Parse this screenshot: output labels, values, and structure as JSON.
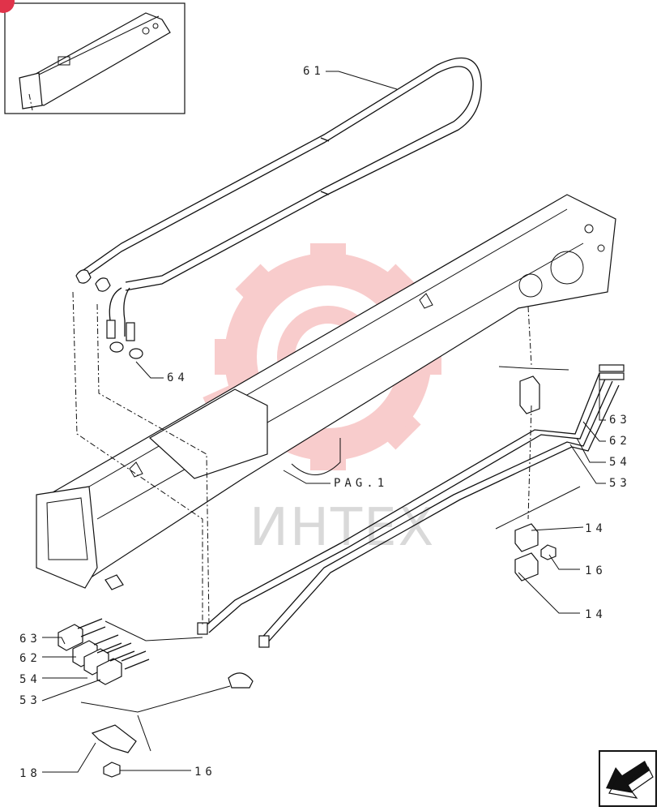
{
  "watermark": {
    "text": "ИНТЕХ",
    "gear_color": "#f4a3a3",
    "text_color": "#d9d9d9"
  },
  "callouts": [
    {
      "id": "c61",
      "label": "61"
    },
    {
      "id": "c64",
      "label": "64"
    },
    {
      "id": "c63r",
      "label": "63"
    },
    {
      "id": "c62r",
      "label": "62"
    },
    {
      "id": "c54r",
      "label": "54"
    },
    {
      "id": "c53r",
      "label": "53"
    },
    {
      "id": "cpag",
      "label": "PAG.1"
    },
    {
      "id": "c14a",
      "label": "14"
    },
    {
      "id": "c16r",
      "label": "16"
    },
    {
      "id": "c14b",
      "label": "14"
    },
    {
      "id": "c63l",
      "label": "63"
    },
    {
      "id": "c62l",
      "label": "62"
    },
    {
      "id": "c54l",
      "label": "54"
    },
    {
      "id": "c53l",
      "label": "53"
    },
    {
      "id": "c18",
      "label": "18"
    },
    {
      "id": "c16b",
      "label": "16"
    }
  ],
  "icons": {
    "thumbnail": "boom-overview-thumbnail",
    "nav": "next-page-arrow-icon",
    "badge_color": "#e0334a"
  }
}
